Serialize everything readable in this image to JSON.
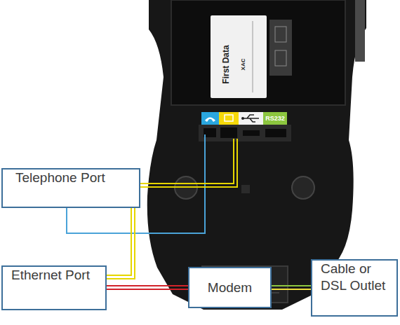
{
  "diagram": {
    "nodes": [
      {
        "text": [
          "Telephone Port"
        ]
      },
      {
        "text": [
          "Ethernet Port"
        ]
      },
      {
        "text": [
          "Modem"
        ]
      },
      {
        "text": [
          "Cable or DSL Outlet"
        ]
      }
    ],
    "edges": [
      {
        "from": 1,
        "to": 2,
        "arrow": "none"
      },
      {
        "from": 2,
        "to": 3,
        "arrow": "none"
      }
    ],
    "labels": [
      "First Data",
      "XAC",
      "RS232"
    ]
  }
}
